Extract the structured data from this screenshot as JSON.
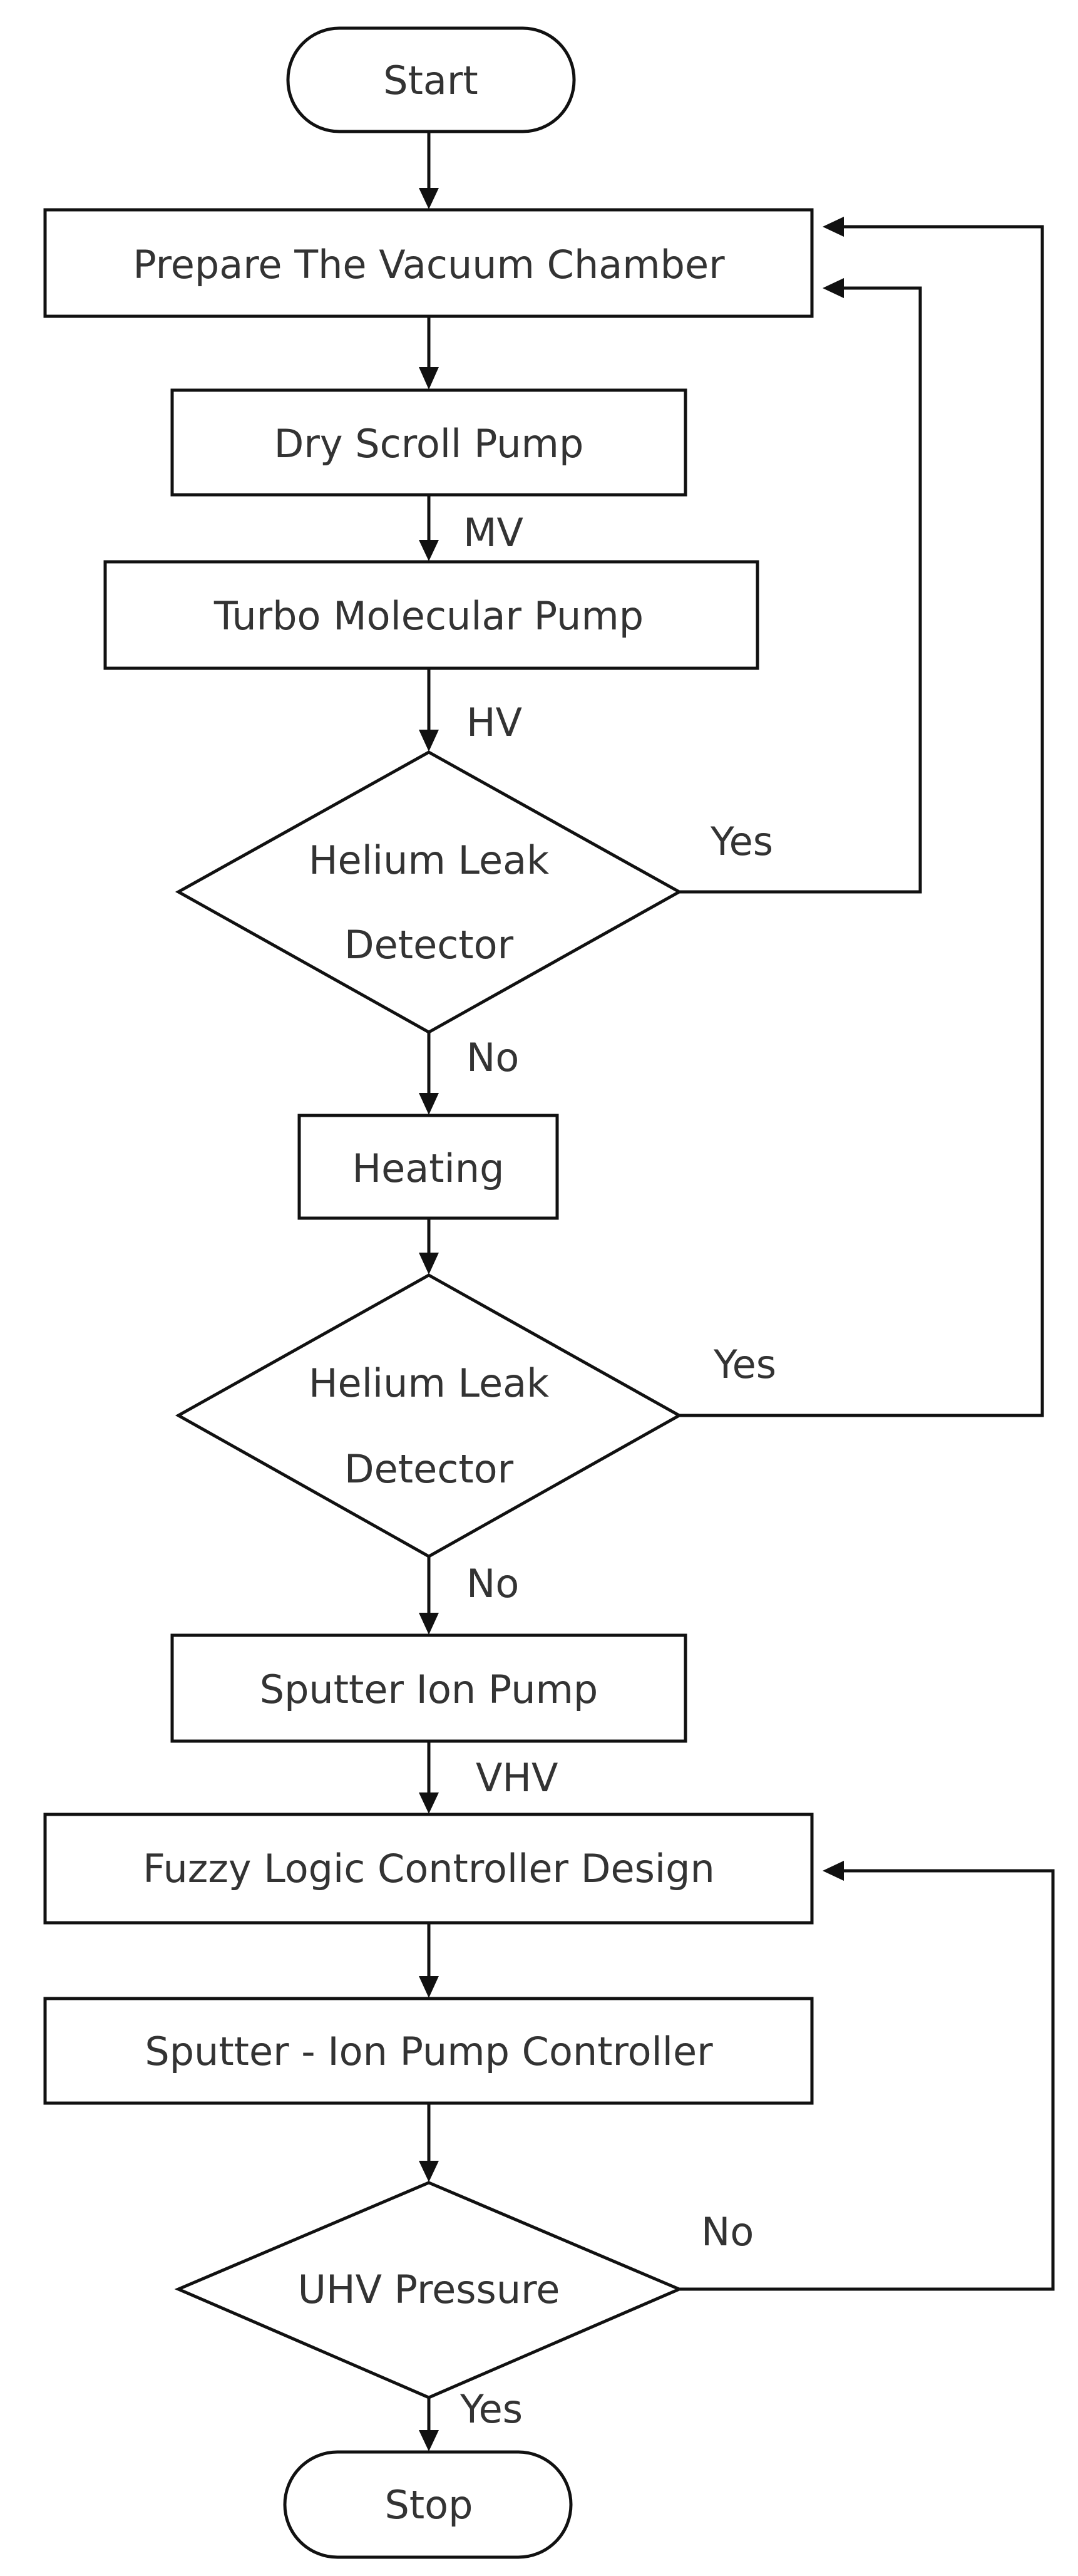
{
  "nodes": {
    "start": "Start",
    "prepare": "Prepare The Vacuum Chamber",
    "dry_scroll": "Dry Scroll Pump",
    "turbo": "Turbo Molecular Pump",
    "leak1": [
      "Helium Leak",
      "Detector"
    ],
    "heating": "Heating",
    "leak2": [
      "Helium Leak",
      "Detector"
    ],
    "sputter": "Sputter Ion Pump",
    "fuzzy": "Fuzzy Logic Controller Design",
    "sip_controller": "Sputter - Ion Pump Controller",
    "uhv": "UHV Pressure",
    "stop": "Stop"
  },
  "edge_labels": {
    "mv": "MV",
    "hv": "HV",
    "leak1_yes": "Yes",
    "leak1_no": "No",
    "leak2_yes": "Yes",
    "leak2_no": "No",
    "vhv": "VHV",
    "uhv_no": "No",
    "uhv_yes": "Yes"
  }
}
